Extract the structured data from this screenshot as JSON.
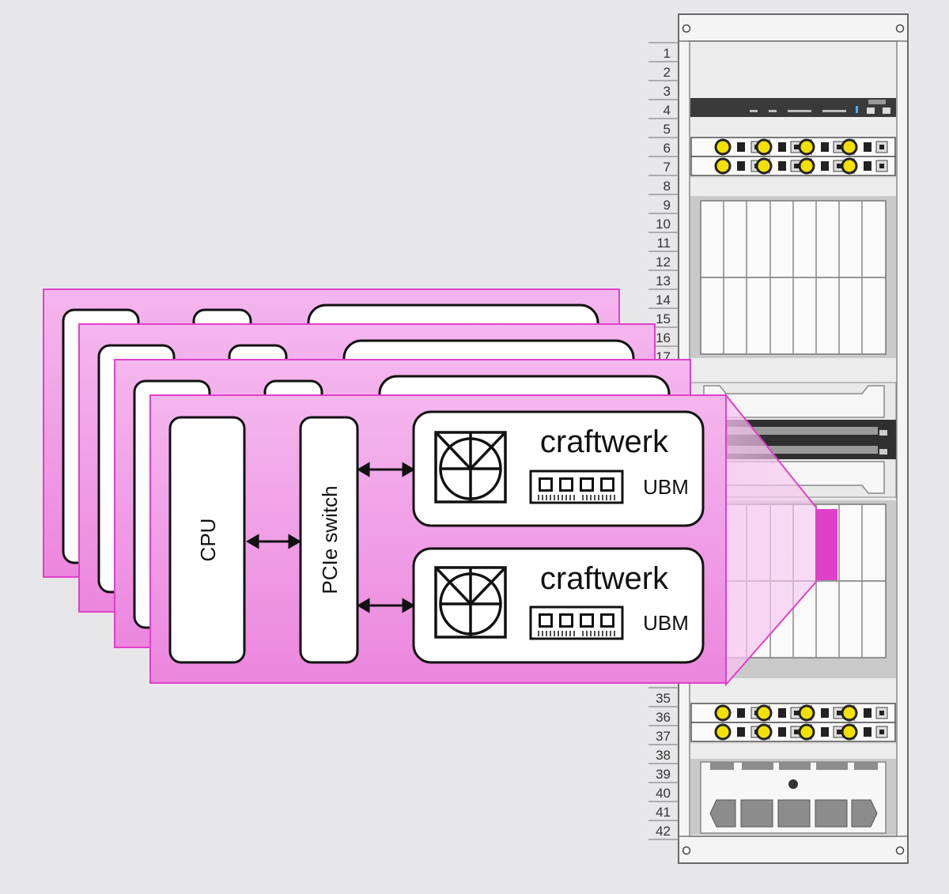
{
  "rack": {
    "unit_labels": [
      "1",
      "2",
      "3",
      "4",
      "5",
      "6",
      "7",
      "8",
      "9",
      "10",
      "11",
      "12",
      "13",
      "14",
      "15",
      "16",
      "17",
      "35",
      "36",
      "37",
      "38",
      "39",
      "40",
      "41",
      "42"
    ]
  },
  "board": {
    "cpu_label": "CPU",
    "switch_label": "PCIe switch",
    "modules": [
      {
        "brand": "craftwerk",
        "tag": "UBM"
      },
      {
        "brand": "craftwerk",
        "tag": "UBM"
      }
    ]
  },
  "colors": {
    "background": "#e7e7ea",
    "accent": "#e040c8",
    "card_fill": "#f2a8e8",
    "highlight": "#e040c8",
    "psu_yellow": "#f2e000",
    "switch_dark": "#3a3a3a"
  },
  "icons": [
    "craftwerk-logo-icon",
    "memory-module-icon",
    "bidirectional-arrow-icon",
    "mount-hole-icon"
  ]
}
